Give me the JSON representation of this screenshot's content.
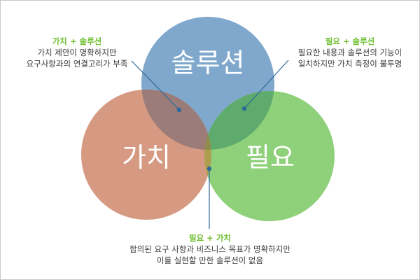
{
  "circles": {
    "solution": {
      "label": "솔루션",
      "color": "#7fa8cc"
    },
    "value": {
      "label": "가치",
      "color": "#d69a82"
    },
    "need": {
      "label": "필요",
      "color": "#8fd07a"
    }
  },
  "overlap_colors": {
    "value_solution": "#9c7c78",
    "need_solution": "#5fab6e",
    "value_need": "#ad9e4f",
    "center": "#8f8d4c"
  },
  "callouts": {
    "value_solution": {
      "heading": "가치 + 솔루션",
      "line1": "가치 제안이 명확하지만",
      "line2": "요구사항과의 연결고리가 부족"
    },
    "need_solution": {
      "heading": "필요 + 솔루션",
      "line1": "필요한 내용과 솔루션의 기능이",
      "line2": "일치하지만 가치 측정이 불투명"
    },
    "need_value": {
      "heading": "필요 + 가치",
      "line1": "합의된 요구 사항과 비즈니스 목표가 명확하지만",
      "line2": "이를 실현할 만한 솔루션이 없음"
    }
  },
  "accent_color": "#6fc02e",
  "leader_color": "#2b6a9b"
}
